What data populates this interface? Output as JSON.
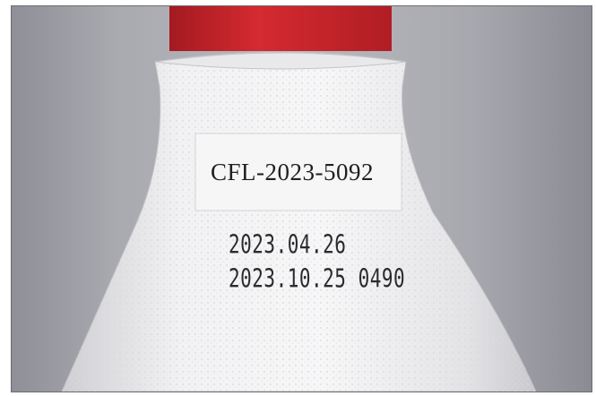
{
  "label": {
    "code": "CFL-2023-5092"
  },
  "printed_dates": {
    "production_date": "2023.04.26",
    "expiry_line": "2023.10.25 0490"
  },
  "colors": {
    "cap": "#c8242a",
    "bottle": "#eeeeef",
    "label": "#f6f6f6",
    "background": "#a6a6ad"
  }
}
